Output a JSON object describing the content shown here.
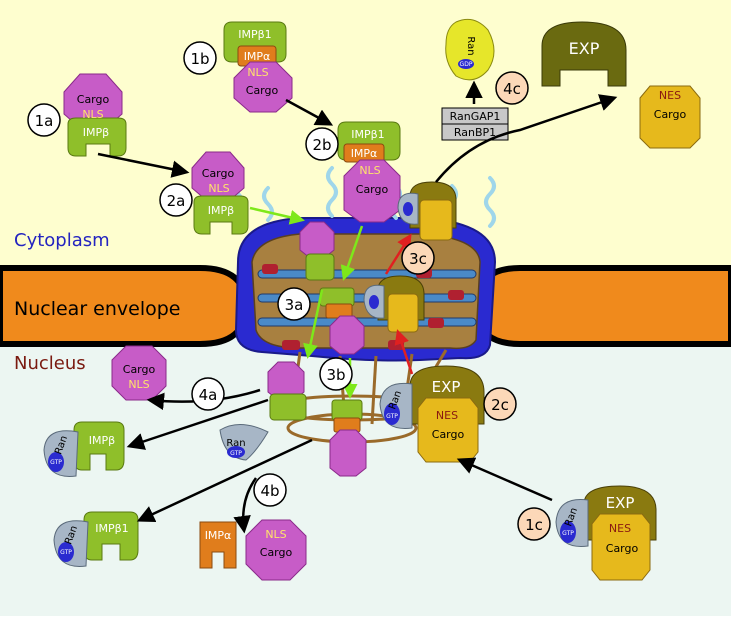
{
  "regions": {
    "cytoplasm": "Cytoplasm",
    "envelope": "Nuclear envelope",
    "nucleus": "Nucleus"
  },
  "labels": {
    "cargo": "Cargo",
    "nls": "NLS",
    "nes": "NES",
    "imp_beta": "IMPβ",
    "imp_beta1": "IMPβ1",
    "imp_alpha": "IMPα",
    "exp": "EXP",
    "ran": "Ran",
    "gtp": "GTP",
    "gdp": "GDP",
    "rangap1": "RanGAP1",
    "ranbp1": "RanBP1"
  },
  "steps": {
    "s1a": "1a",
    "s1b": "1b",
    "s1c": "1c",
    "s2a": "2a",
    "s2b": "2b",
    "s2c": "2c",
    "s3a": "3a",
    "s3b": "3b",
    "s3c": "3c",
    "s4a": "4a",
    "s4b": "4b",
    "s4c": "4c"
  },
  "colors": {
    "cytoplasm": "#fefecf",
    "nucleus": "#ecf6f2",
    "envelope": "#f08a1c",
    "cargo": "#c75cc7",
    "importin": "#8fbf2a",
    "imp_alpha": "#e07d1c",
    "exportin": "#8a7a10",
    "nes_cargo": "#e6b91c",
    "ran": "#a7b6c6",
    "pore": "#2a2ac8",
    "fg_fibril": "#9fd6ea"
  }
}
